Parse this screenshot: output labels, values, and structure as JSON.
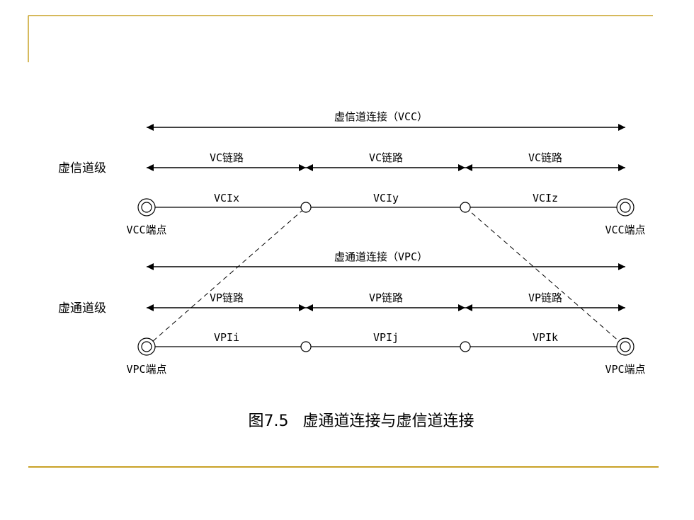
{
  "theme": {
    "accent": "#C9A227",
    "ink": "#000000"
  },
  "vc_level": {
    "label": "虚信道级",
    "connection": "虚信道连接（VCC）",
    "links": [
      "VC链路",
      "VC链路",
      "VC链路"
    ],
    "ids": [
      "VCIx",
      "VCIy",
      "VCIz"
    ],
    "endpoint_left": "VCC端点",
    "endpoint_right": "VCC端点"
  },
  "vp_level": {
    "label": "虚通道级",
    "connection": "虚通道连接（VPC）",
    "links": [
      "VP链路",
      "VP链路",
      "VP链路"
    ],
    "ids": [
      "VPIi",
      "VPIj",
      "VPIk"
    ],
    "endpoint_left": "VPC端点",
    "endpoint_right": "VPC端点"
  },
  "caption": {
    "number": "图7.5",
    "text": "虚通道连接与虚信道连接"
  }
}
